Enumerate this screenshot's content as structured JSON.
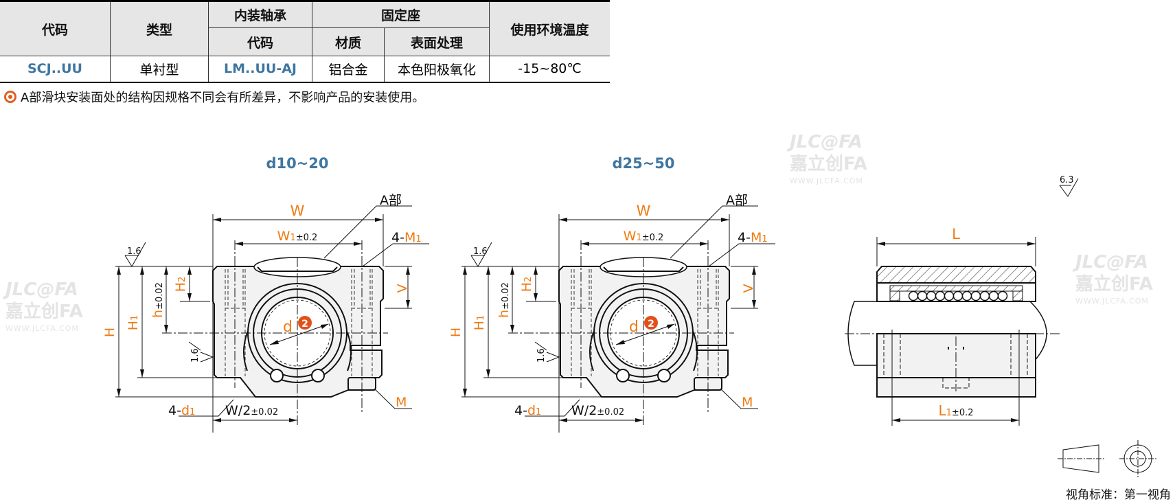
{
  "table": {
    "headers": {
      "code": "代码",
      "type": "类型",
      "bearing": "内装轴承",
      "bearing_code": "代码",
      "housing": "固定座",
      "material": "材质",
      "surface": "表面处理",
      "env_temp": "使用环境温度"
    },
    "row": {
      "code": "SCJ..UU",
      "type": "单衬型",
      "bearing_code": "LM..UU-AJ",
      "material": "铝合金",
      "surface": "本色阳极氧化",
      "env_temp": "-15~80℃"
    }
  },
  "note": "A部滑块安装面处的结构因规格不同会有所差异，不影响产品的安装使用。",
  "drawings": {
    "left_title": "d10~20",
    "right_title": "d25~50",
    "labels": {
      "W": "W",
      "W1": "W",
      "W1_sub": "1",
      "W1_tol": "±0.2",
      "A": "A部",
      "M1_prefix": "4-",
      "M1": "M",
      "M1_sub": "1",
      "V": "V",
      "M": "M",
      "d1_prefix": "4-",
      "d1": "d",
      "d1_sub": "1",
      "W2": "W/2",
      "W2_tol": "±0.02",
      "H": "H",
      "H1": "H",
      "H1_sub": "1",
      "h": "h",
      "h_tol": "±0.02",
      "H2": "H",
      "H2_sub": "2",
      "d": "d",
      "d_badge": "2",
      "roughness": "1.6"
    },
    "side": {
      "L": "L",
      "L1": "L",
      "L1_sub": "1",
      "L1_tol": "±0.2",
      "roughness": "6.3"
    },
    "projection_label": "视角标准：第一视角",
    "watermark": {
      "brand": "嘉立创FA",
      "logo": "JLC@FA",
      "url": "WWW.JLCFA.COM"
    }
  },
  "colors": {
    "accent": "#f07a10",
    "code_blue": "#3f76a0",
    "header_bg": "#e6e6e6"
  }
}
